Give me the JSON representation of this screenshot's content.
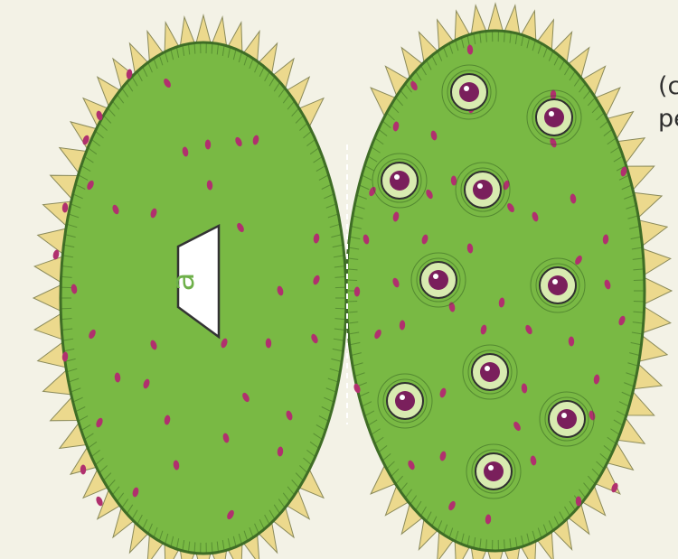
{
  "figure": {
    "label_letter": "a",
    "caption_lines": [
      "(c",
      "pe"
    ],
    "colors": {
      "background": "#f3f2e6",
      "body_green": "#79b944",
      "outline": "#3f6d26",
      "spike_fill": "#ecd98d",
      "spike_stroke": "#8a8a5a",
      "spot_magenta": "#b0306e",
      "eye_ring": "#d8ebb0",
      "eye_pupil": "#7a1f5c",
      "label_green": "#6eb04a",
      "caption_text": "#2f2f2f"
    }
  }
}
